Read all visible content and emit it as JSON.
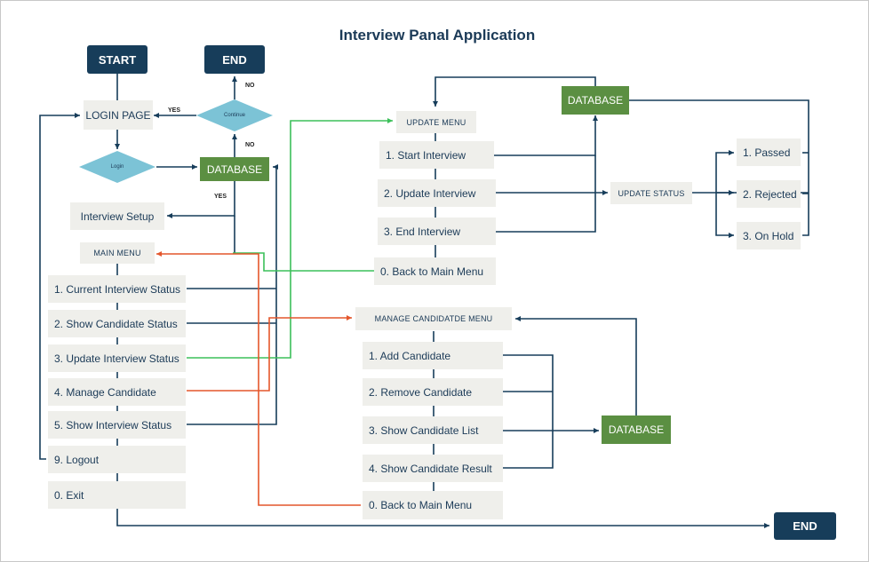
{
  "title": "Interview Panal Application",
  "left": {
    "start": "START",
    "end_top": "END",
    "login_page": "LOGIN PAGE",
    "login_decision": "Login",
    "continue_decision": "Continue",
    "database": "DATABASE",
    "interview_setup": "Interview Setup",
    "main_menu": "MAIN MENU",
    "menu_items": [
      "1. Current Interview Status",
      "2. Show Candidate Status",
      "3. Update Interview Status",
      "4. Manage Candidate",
      "5. Show Interview Status",
      "9. Logout",
      "0. Exit"
    ],
    "labels": {
      "yes_login": "YES",
      "no_continue": "NO",
      "no_login": "NO",
      "yes_db": "YES"
    }
  },
  "update": {
    "menu": "UPDATE MENU",
    "items": [
      "1. Start Interview",
      "2. Update Interview",
      "3. End Interview",
      "0. Back to Main Menu"
    ],
    "database": "DATABASE",
    "status_menu": "UPDATE STATUS",
    "statuses": [
      "1. Passed",
      "2. Rejected",
      "3. On Hold"
    ]
  },
  "manage": {
    "menu": "MANAGE CANDIDATDE MENU",
    "items": [
      "1. Add Candidate",
      "2. Remove Candidate",
      "3. Show Candidate List",
      "4. Show Candidate Result",
      "0. Back to Main Menu"
    ],
    "database": "DATABASE"
  },
  "end_bottom": "END",
  "colors": {
    "navy": "#173d5a",
    "green_box": "#5b8f42",
    "box": "#efefeb",
    "diamond": "#7cc3d6",
    "green_line": "#3cc05a",
    "red_line": "#e4562b"
  }
}
